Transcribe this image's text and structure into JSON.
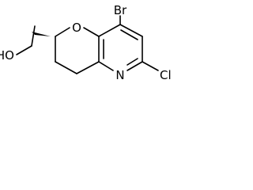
{
  "diagram": {
    "kind": "chemical-structure",
    "atoms": {
      "hydroxyl": "HO",
      "ring_oxygen": "O",
      "ring_nitrogen": "N",
      "bromine": "Br",
      "chlorine": "Cl"
    },
    "stereo": {
      "wedge_bond": "solid"
    },
    "colors": {
      "ink": "#000000",
      "background": "#ffffff"
    }
  }
}
